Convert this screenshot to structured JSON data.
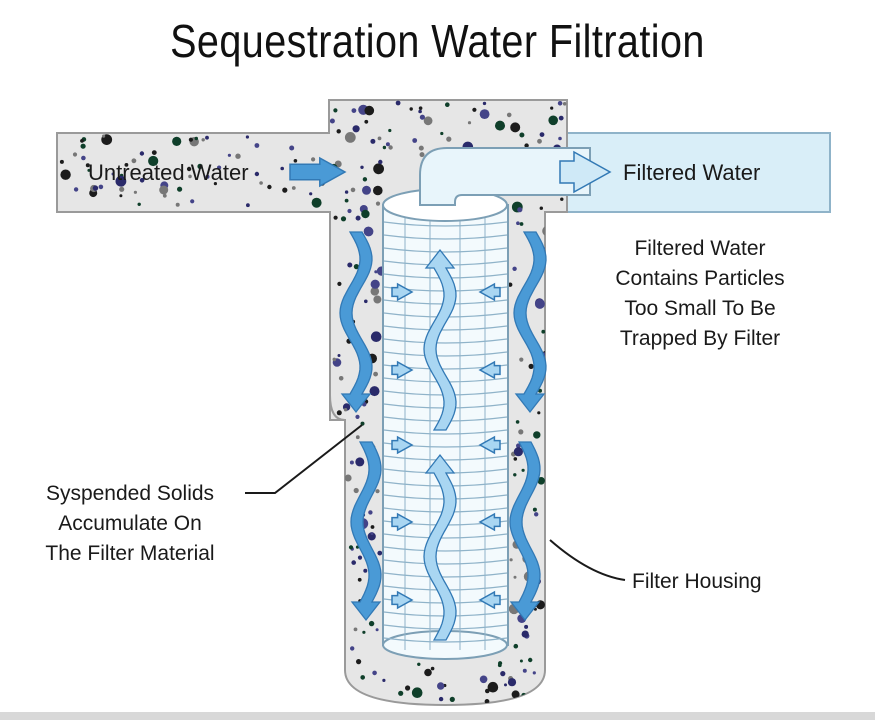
{
  "title": "Sequestration Water Filtration",
  "labels": {
    "inlet": "Untreated Water",
    "outlet": "Filtered Water",
    "note": [
      "Filtered Water",
      "Contains Particles",
      "Too Small To Be",
      "Trapped By Filter"
    ],
    "solids": [
      "Syspended Solids",
      "Accumulate On",
      "The Filter Material"
    ],
    "housing": "Filter Housing"
  },
  "colors": {
    "housing_fill": "#e6e6e6",
    "housing_stroke": "#9a9a9a",
    "outlet_fill": "#d9eef8",
    "filter_fill": "#f3fafd",
    "filter_lines": "#8fb3c9",
    "arrow_fill": "#4a9ad6",
    "arrow_light": "#a9d6f2",
    "arrow_stroke": "#3279b5"
  }
}
